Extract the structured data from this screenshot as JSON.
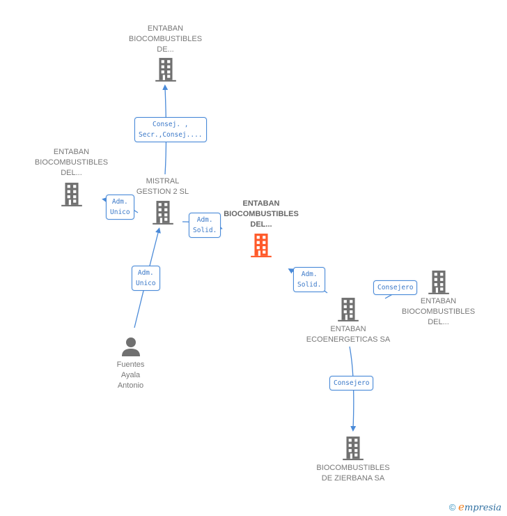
{
  "diagram": {
    "title": "Corporate relationship graph",
    "colors": {
      "edge": "#4a8ad8",
      "node_gray": "#707070",
      "node_highlight": "#ff5a2a",
      "role_text": "#3a78c8"
    },
    "nodes": [
      {
        "id": "n_top",
        "type": "company",
        "lines": [
          "ENTABAN",
          "BIOCOMBUSTIBLES",
          "DE..."
        ],
        "highlight": false
      },
      {
        "id": "n_left",
        "type": "company",
        "lines": [
          "ENTABAN",
          "BIOCOMBUSTIBLES",
          "DEL..."
        ],
        "highlight": false
      },
      {
        "id": "n_mistral",
        "type": "company",
        "lines": [
          "MISTRAL",
          "GESTION 2 SL"
        ],
        "highlight": false
      },
      {
        "id": "n_main",
        "type": "company",
        "lines": [
          "ENTABAN",
          "BIOCOMBUSTIBLES",
          "DEL..."
        ],
        "highlight": true
      },
      {
        "id": "n_person",
        "type": "person",
        "lines": [
          "Fuentes",
          "Ayala",
          "Antonio"
        ],
        "highlight": false
      },
      {
        "id": "n_eco",
        "type": "company",
        "lines": [
          "ENTABAN",
          "ECOENERGETICAS SA"
        ],
        "highlight": false
      },
      {
        "id": "n_right",
        "type": "company",
        "lines": [
          "ENTABAN",
          "BIOCOMBUSTIBLES",
          "DEL..."
        ],
        "highlight": false
      },
      {
        "id": "n_zierbana",
        "type": "company",
        "lines": [
          "BIOCOMBUSTIBLES",
          "DE ZIERBANA SA"
        ],
        "highlight": false
      }
    ],
    "edges": [
      {
        "from": "n_mistral",
        "to": "n_top",
        "role": [
          "Consej. ,",
          "Secr.,Consej...."
        ]
      },
      {
        "from": "n_mistral",
        "to": "n_left",
        "role": [
          "Adm.",
          "Unico"
        ]
      },
      {
        "from": "n_mistral",
        "to": "n_main",
        "role": [
          "Adm.",
          "Solid."
        ]
      },
      {
        "from": "n_person",
        "to": "n_mistral",
        "role": [
          "Adm.",
          "Unico"
        ]
      },
      {
        "from": "n_eco",
        "to": "n_main",
        "role": [
          "Adm.",
          "Solid."
        ]
      },
      {
        "from": "n_eco",
        "to": "n_right",
        "role": [
          "Consejero"
        ]
      },
      {
        "from": "n_eco",
        "to": "n_zierbana",
        "role": [
          "Consejero"
        ]
      }
    ]
  },
  "footer": {
    "copyright_symbol": "©",
    "brand_initial": "e",
    "brand_rest": "mpresia"
  }
}
